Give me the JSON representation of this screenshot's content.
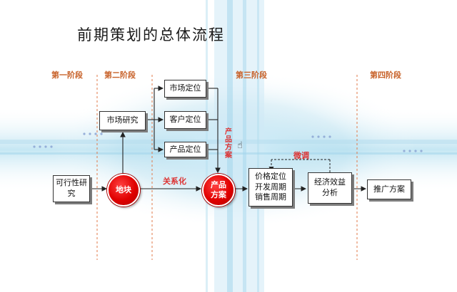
{
  "title": "前期策划的总体流程",
  "phases": [
    "第一阶段",
    "第二阶段",
    "第三阶段",
    "第四阶段"
  ],
  "nodes": {
    "feasibility": "可行性研究",
    "market_research": "市场研究",
    "market_position": "市场定位",
    "customer_position": "客户定位",
    "product_position": "产品定位",
    "land": "地块",
    "product_plan": "产品方案",
    "price_cycle": "价格定位\n开发周期\n销售周期",
    "economic_analysis": "经济效益分析",
    "promotion": "推广方案"
  },
  "labels": {
    "relation": "关系化",
    "vertical": "产品方案",
    "feedback": "微调"
  },
  "colors": {
    "phase_text": "#c8622a",
    "circle_fill": "#e00000",
    "annotation": "#dd3333"
  }
}
